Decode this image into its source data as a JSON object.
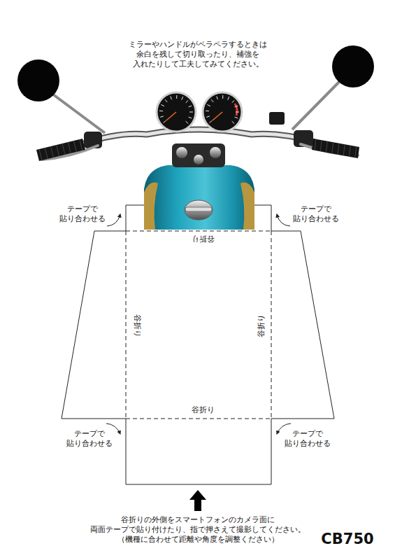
{
  "diagram": {
    "labels": [
      "ミラーやハンドルがペラペラするときは 余白を残して切り取ったり、補強を 入れたりして工夫してみてください。",
      "テープで 貼り合わせる",
      "テープで 貼り合わせる",
      "谷折り",
      "谷折り",
      "谷折り",
      "谷折り",
      "テープで 貼り合わせる",
      "テープで 貼り合わせる",
      "谷折りの外側をスマートフォンのカメラ面に 両面テープで貼り付けたり、指で押さえて撮影してください。 （機種に合わせて距離や角度を調整ください）",
      "CB750"
    ]
  }
}
